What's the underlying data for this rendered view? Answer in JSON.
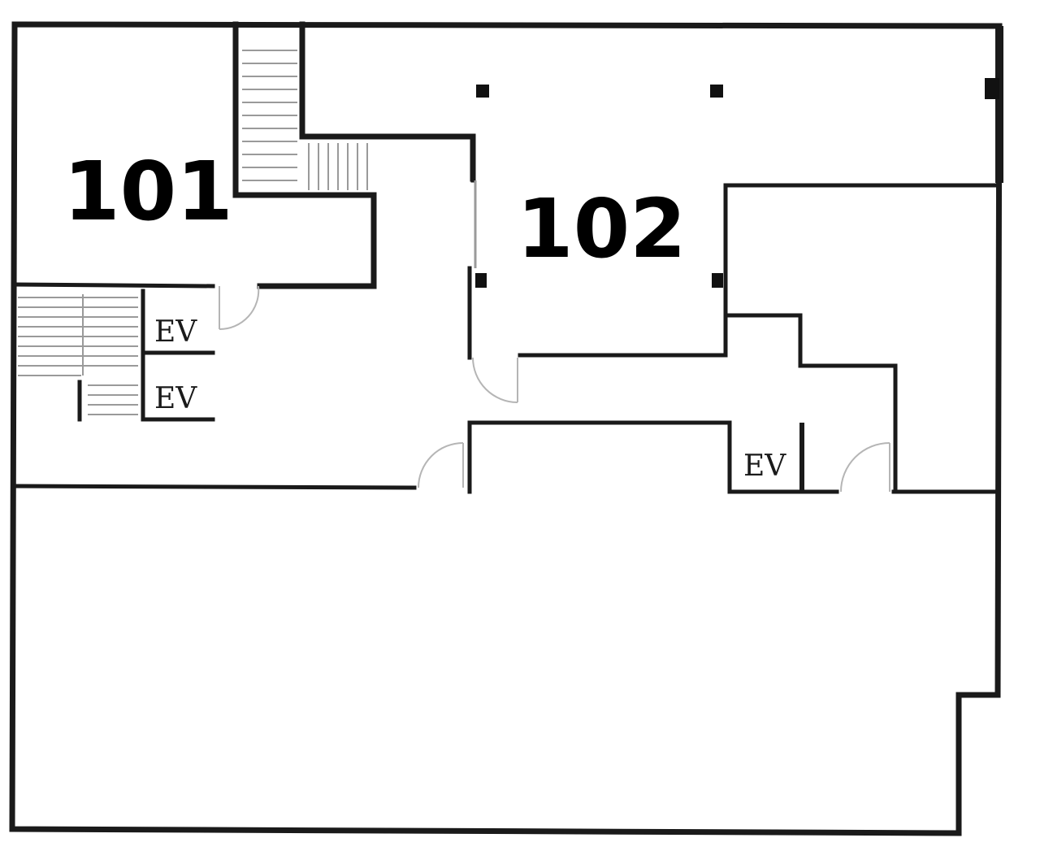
{
  "units": [
    {
      "id": "101",
      "label": "101"
    },
    {
      "id": "102",
      "label": "102"
    }
  ],
  "elevators": [
    {
      "id": "ev-1",
      "label": "EV"
    },
    {
      "id": "ev-2",
      "label": "EV"
    },
    {
      "id": "ev-3",
      "label": "EV"
    }
  ]
}
